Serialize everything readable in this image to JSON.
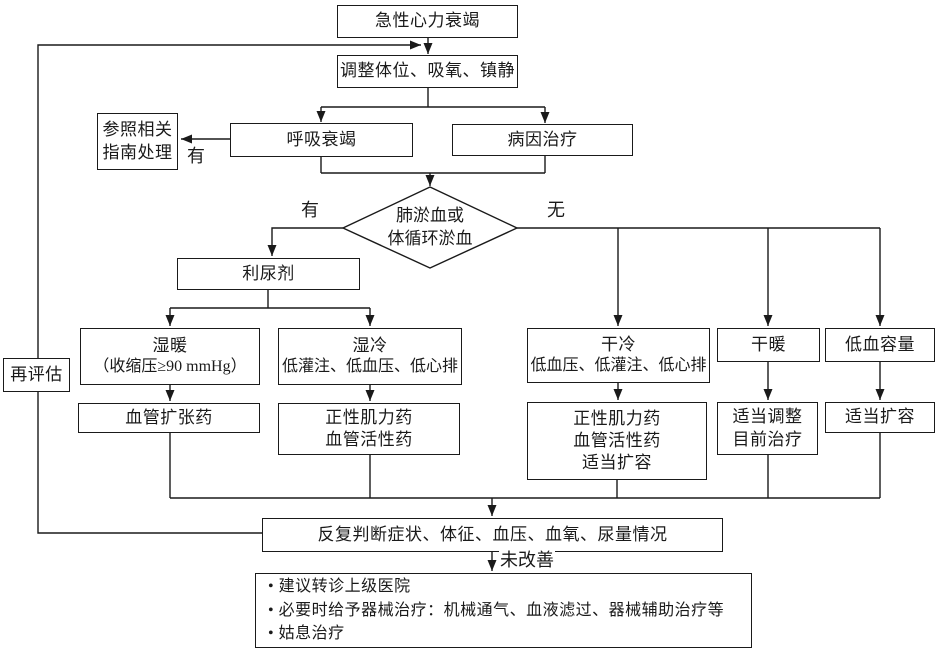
{
  "nodes": {
    "start": {
      "label": "急性心力衰竭"
    },
    "adjust": {
      "label": "调整体位、吸氧、镇静"
    },
    "guideline": {
      "lines": [
        "参照相关",
        "指南处理"
      ]
    },
    "resp_failure": {
      "label": "呼吸衰竭"
    },
    "etiology": {
      "label": "病因治疗"
    },
    "congestion_decision": {
      "lines": [
        "肺淤血或",
        "体循环淤血"
      ]
    },
    "diuretic": {
      "label": "利尿剂"
    },
    "wet_warm": {
      "title": "湿暖",
      "sub": "（收缩压≥90 mmHg）"
    },
    "wet_cold": {
      "title": "湿冷",
      "sub": "低灌注、低血压、低心排"
    },
    "dry_cold": {
      "title": "干冷",
      "sub": "低血压、低灌注、低心排"
    },
    "dry_warm": {
      "label": "干暖"
    },
    "hypovolemia": {
      "label": "低血容量"
    },
    "vasodilator": {
      "label": "血管扩张药"
    },
    "inotrope_vasoactive": {
      "lines": [
        "正性肌力药",
        "血管活性药"
      ]
    },
    "inotrope_vasoactive_volume": {
      "lines": [
        "正性肌力药",
        "血管活性药",
        "适当扩容"
      ]
    },
    "adjust_current": {
      "lines": [
        "适当调整",
        "目前治疗"
      ]
    },
    "volume_expand": {
      "label": "适当扩容"
    },
    "reassess": {
      "label": "再评估"
    },
    "monitor": {
      "label": "反复判断症状、体征、血压、血氧、尿量情况"
    },
    "escalation": {
      "bullets": [
        "建议转诊上级医院",
        "必要时给予器械治疗：机械通气、血液滤过、器械辅助治疗等",
        "姑息治疗"
      ]
    }
  },
  "edge_labels": {
    "respiratory_yes": "有",
    "congestion_yes": "有",
    "congestion_no": "无",
    "not_improved": "未改善"
  },
  "colors": {
    "line": "#1a1a1a",
    "text": "#1a1a1a",
    "background": "#ffffff",
    "node_fill": "#ffffff"
  }
}
